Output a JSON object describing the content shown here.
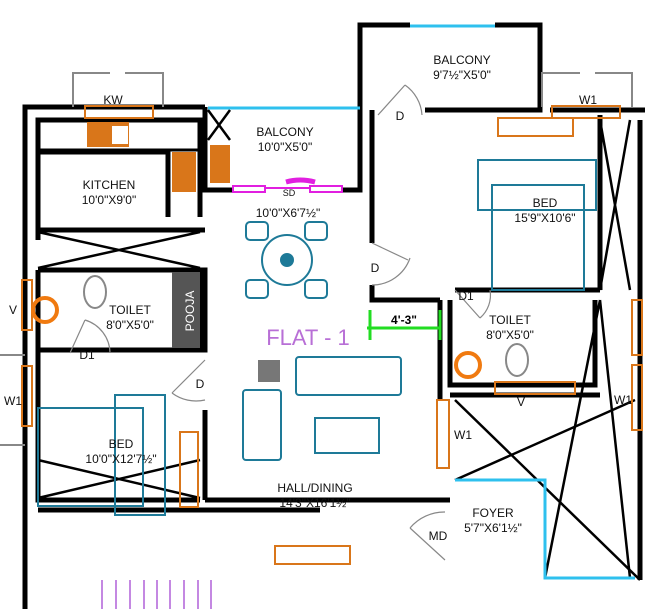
{
  "plan": {
    "title": "FLAT - 1",
    "rooms": [
      {
        "id": "kitchen",
        "name": "KITCHEN",
        "size": "10'0\"X9'0\""
      },
      {
        "id": "balcony-left",
        "name": "BALCONY",
        "size": "10'0\"X5'0\""
      },
      {
        "id": "balcony-right",
        "name": "BALCONY",
        "size": "9'7½\"X5'0\""
      },
      {
        "id": "dining",
        "name": "",
        "size": "10'0\"X6'7½\""
      },
      {
        "id": "bed-master",
        "name": "BED",
        "size": "15'9\"X10'6\""
      },
      {
        "id": "toilet-left",
        "name": "TOILET",
        "size": "8'0\"X5'0\""
      },
      {
        "id": "toilet-right",
        "name": "TOILET",
        "size": "8'0\"X5'0\""
      },
      {
        "id": "pooja",
        "name": "POOJA",
        "size": ""
      },
      {
        "id": "bed-left",
        "name": "BED",
        "size": "10'0\"X12'7½\""
      },
      {
        "id": "hall",
        "name": "HALL/DINING",
        "size": "14'3\"X16'1½\""
      },
      {
        "id": "foyer",
        "name": "FOYER",
        "size": "5'7\"X6'1½\""
      }
    ],
    "tags": {
      "kw": "KW",
      "w1": "W1",
      "v": "V",
      "d": "D",
      "d1": "D1",
      "sd": "SD",
      "md": "MD"
    },
    "dimension": "4'-3\"",
    "colors": {
      "wall": "#000000",
      "glass": "#2ec0ee",
      "fixture": "#d9761a",
      "furniture": "#1e7a98",
      "slider": "#e11fe0",
      "dimension": "#22dd22",
      "title": "#b86fd6",
      "stairs": "#b060d8"
    }
  }
}
